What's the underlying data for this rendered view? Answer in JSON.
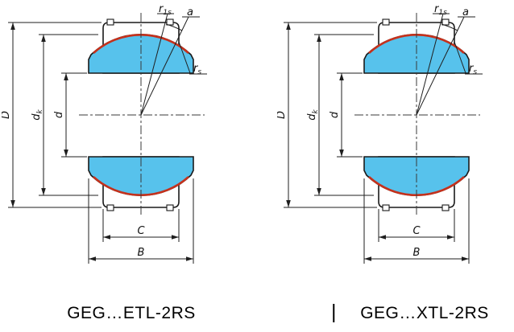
{
  "colors": {
    "ring_fill": "#57c2ec",
    "seal": "#c5311c"
  },
  "labels": {
    "outer_diameter": "D",
    "sphere_diameter_main": "d",
    "sphere_diameter_sub": "k",
    "bore_diameter": "d",
    "outer_width": "C",
    "inner_width": "B",
    "chamfer_main": "r",
    "chamfer_sub": "1s",
    "tilt_angle": "a",
    "corner_radius_main": "r",
    "corner_radius_sub": "s"
  },
  "captions": {
    "left": "GEG…ETL-2RS",
    "separator": "|",
    "right": "GEG…XTL-2RS"
  }
}
